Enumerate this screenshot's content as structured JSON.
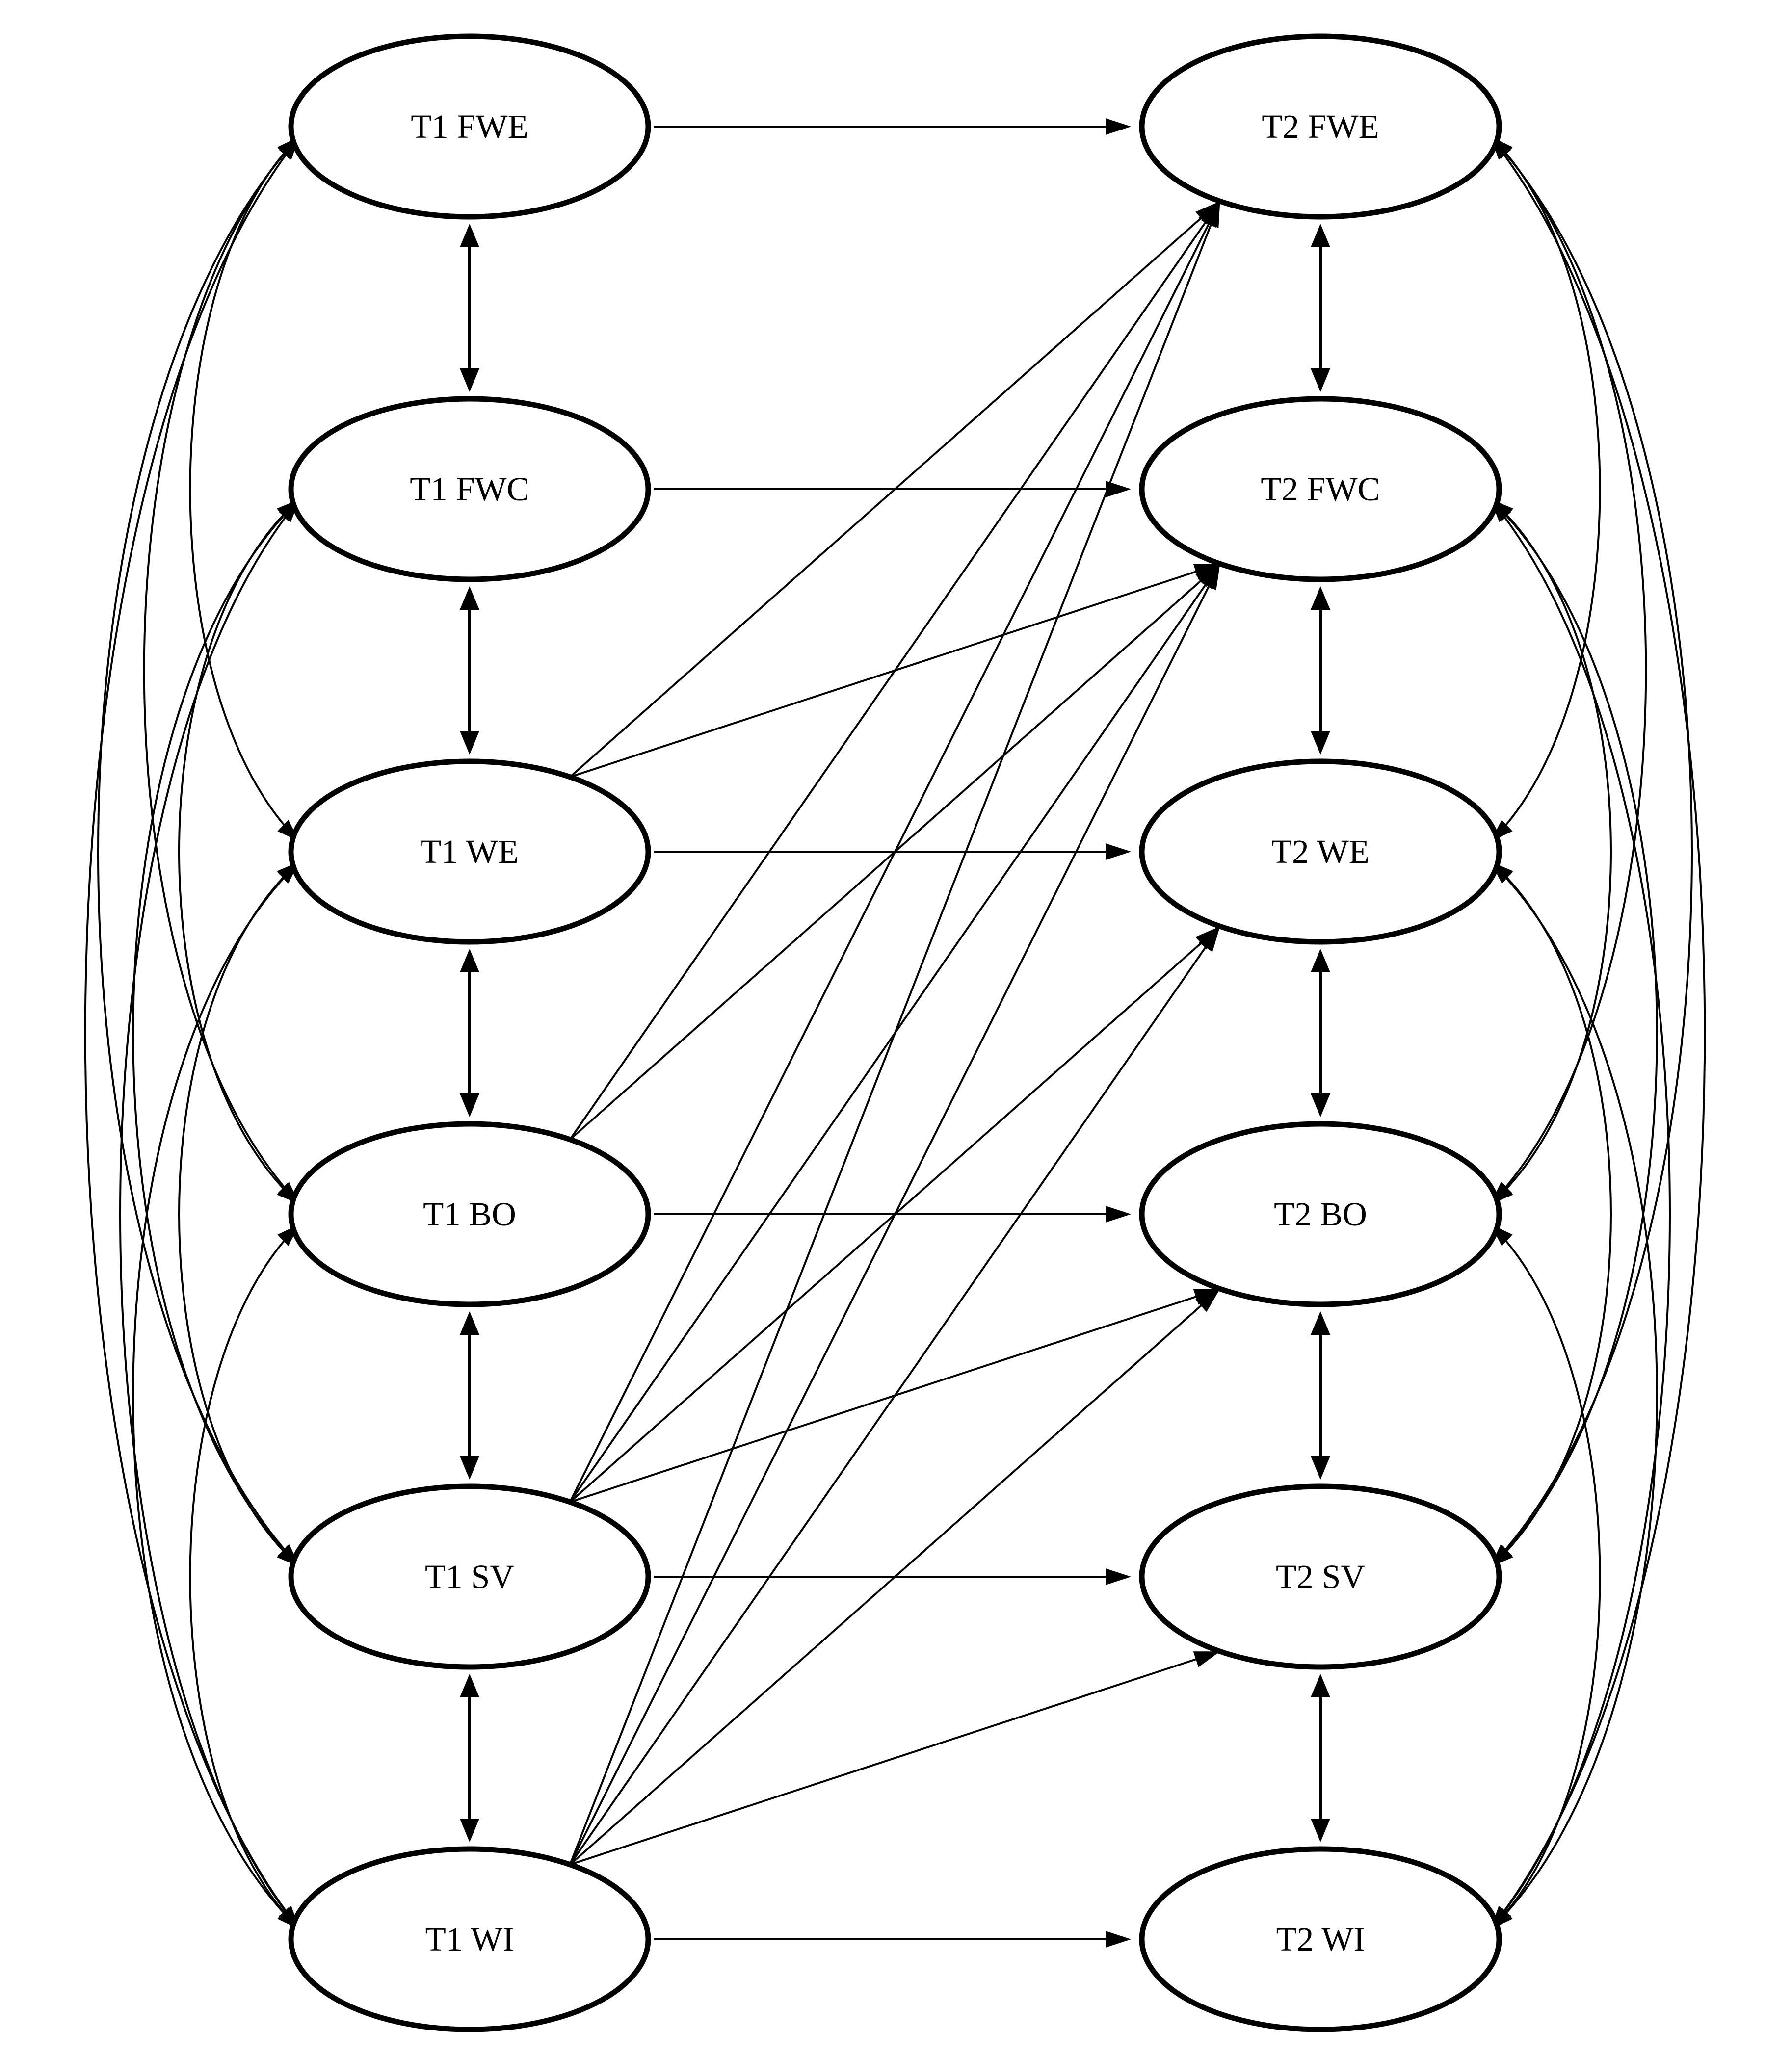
{
  "nodes": [
    {
      "id": "t1_fwe",
      "label": "T1 FWE"
    },
    {
      "id": "t1_fwc",
      "label": "T1 FWC"
    },
    {
      "id": "t1_we",
      "label": "T1 WE"
    },
    {
      "id": "t1_bo",
      "label": "T1 BO"
    },
    {
      "id": "t1_sv",
      "label": "T1 SV"
    },
    {
      "id": "t1_wi",
      "label": "T1 WI"
    },
    {
      "id": "t2_fwe",
      "label": "T2 FWE"
    },
    {
      "id": "t2_fwc",
      "label": "T2 FWC"
    },
    {
      "id": "t2_we",
      "label": "T2 WE"
    },
    {
      "id": "t2_bo",
      "label": "T2 BO"
    },
    {
      "id": "t2_sv",
      "label": "T2 SV"
    },
    {
      "id": "t2_wi",
      "label": "T2 WI"
    }
  ],
  "edges": {
    "stability_paths": [
      [
        "t1_fwe",
        "t2_fwe"
      ],
      [
        "t1_fwc",
        "t2_fwc"
      ],
      [
        "t1_we",
        "t2_we"
      ],
      [
        "t1_bo",
        "t2_bo"
      ],
      [
        "t1_sv",
        "t2_sv"
      ],
      [
        "t1_wi",
        "t2_wi"
      ]
    ],
    "cross_lagged_paths": [
      [
        "t1_we",
        "t2_fwe"
      ],
      [
        "t1_we",
        "t2_fwc"
      ],
      [
        "t1_bo",
        "t2_fwe"
      ],
      [
        "t1_bo",
        "t2_fwc"
      ],
      [
        "t1_sv",
        "t2_fwe"
      ],
      [
        "t1_sv",
        "t2_fwc"
      ],
      [
        "t1_sv",
        "t2_we"
      ],
      [
        "t1_sv",
        "t2_bo"
      ],
      [
        "t1_wi",
        "t2_fwe"
      ],
      [
        "t1_wi",
        "t2_fwc"
      ],
      [
        "t1_wi",
        "t2_we"
      ],
      [
        "t1_wi",
        "t2_bo"
      ],
      [
        "t1_wi",
        "t2_sv"
      ]
    ],
    "adjacent_covariances": [
      [
        "t1_fwe",
        "t1_fwc"
      ],
      [
        "t1_fwc",
        "t1_we"
      ],
      [
        "t1_we",
        "t1_bo"
      ],
      [
        "t1_bo",
        "t1_sv"
      ],
      [
        "t1_sv",
        "t1_wi"
      ],
      [
        "t2_fwe",
        "t2_fwc"
      ],
      [
        "t2_fwc",
        "t2_we"
      ],
      [
        "t2_we",
        "t2_bo"
      ],
      [
        "t2_bo",
        "t2_sv"
      ],
      [
        "t2_sv",
        "t2_wi"
      ]
    ],
    "nonadjacent_covariances_t1": [
      [
        "t1_fwe",
        "t1_we"
      ],
      [
        "t1_fwe",
        "t1_bo"
      ],
      [
        "t1_fwe",
        "t1_sv"
      ],
      [
        "t1_fwe",
        "t1_wi"
      ],
      [
        "t1_fwc",
        "t1_bo"
      ],
      [
        "t1_fwc",
        "t1_sv"
      ],
      [
        "t1_fwc",
        "t1_wi"
      ],
      [
        "t1_we",
        "t1_sv"
      ],
      [
        "t1_we",
        "t1_wi"
      ],
      [
        "t1_bo",
        "t1_wi"
      ]
    ],
    "nonadjacent_covariances_t2": [
      [
        "t2_fwe",
        "t2_we"
      ],
      [
        "t2_fwe",
        "t2_bo"
      ],
      [
        "t2_fwe",
        "t2_sv"
      ],
      [
        "t2_fwe",
        "t2_wi"
      ],
      [
        "t2_fwc",
        "t2_bo"
      ],
      [
        "t2_fwc",
        "t2_sv"
      ],
      [
        "t2_fwc",
        "t2_wi"
      ],
      [
        "t2_we",
        "t2_sv"
      ],
      [
        "t2_we",
        "t2_wi"
      ],
      [
        "t2_bo",
        "t2_wi"
      ]
    ]
  }
}
